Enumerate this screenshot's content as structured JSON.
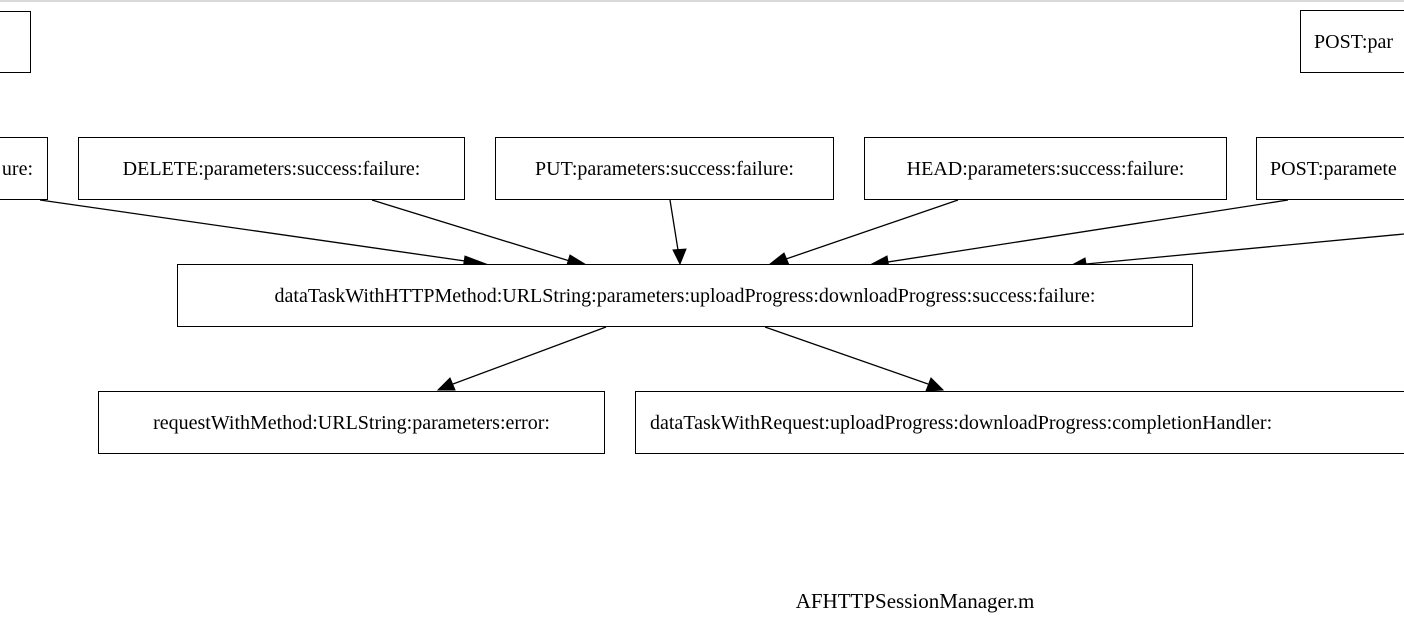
{
  "nodes": {
    "top_left": "",
    "top_right": "POST:par",
    "row1_a": "ure:",
    "row1_b": "DELETE:parameters:success:failure:",
    "row1_c": "PUT:parameters:success:failure:",
    "row1_d": "HEAD:parameters:success:failure:",
    "row1_e": "POST:paramete",
    "center": "dataTaskWithHTTPMethod:URLString:parameters:uploadProgress:downloadProgress:success:failure:",
    "bottom_1": "requestWithMethod:URLString:parameters:error:",
    "bottom_2": "dataTaskWithRequest:uploadProgress:downloadProgress:completionHandler:"
  },
  "caption": "AFHTTPSessionManager.m",
  "colors": {
    "stroke": "#000000",
    "background": "#ffffff"
  }
}
